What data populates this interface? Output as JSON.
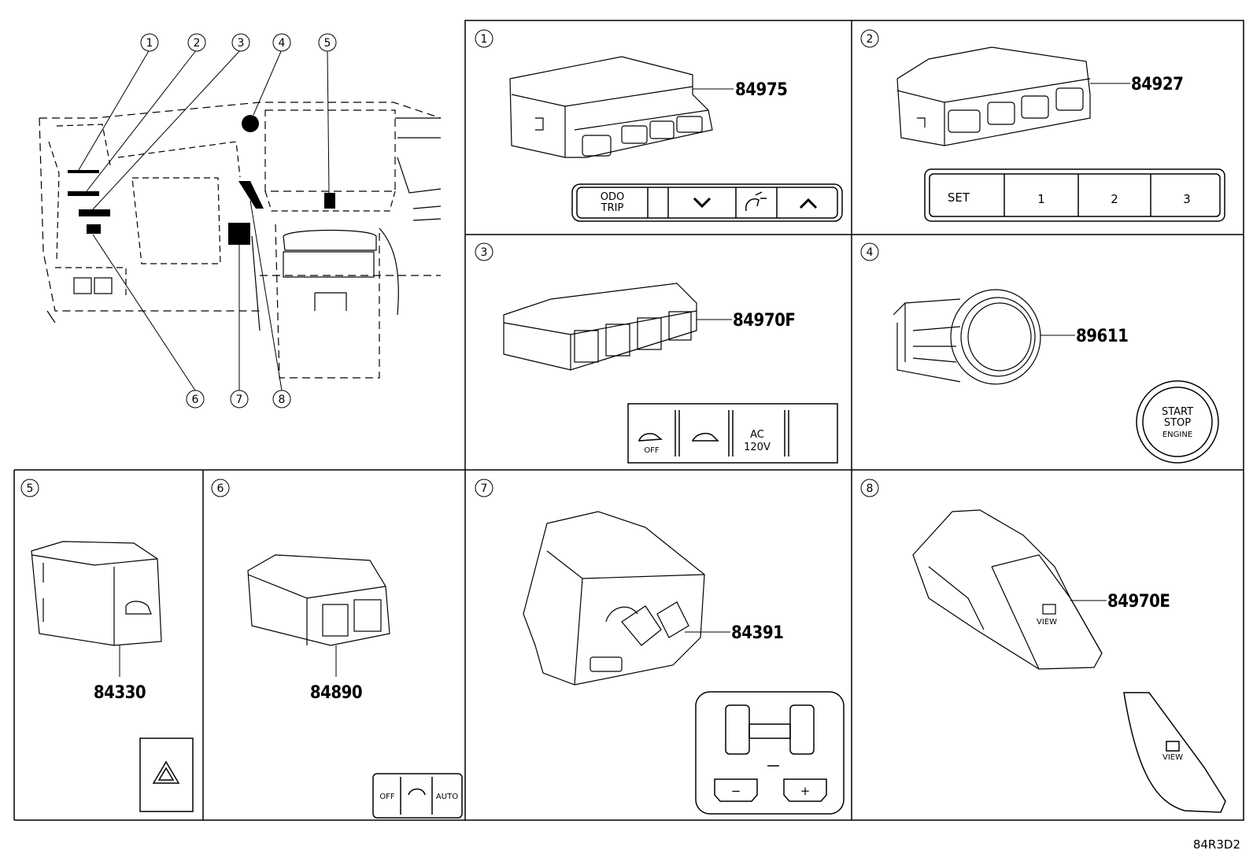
{
  "diagram_code": "84R3D2",
  "overview": {
    "callouts": [
      "1",
      "2",
      "3",
      "4",
      "5",
      "6",
      "7",
      "8"
    ]
  },
  "panels": [
    {
      "number": "1",
      "part": "84975",
      "buttons": [
        "ODO",
        "TRIP"
      ]
    },
    {
      "number": "2",
      "part": "84927",
      "buttons": [
        "SET",
        "1",
        "2",
        "3"
      ]
    },
    {
      "number": "3",
      "part": "84970F",
      "buttons": [
        "OFF",
        "AC",
        "120V"
      ]
    },
    {
      "number": "4",
      "part": "89611",
      "buttons": [
        "START",
        "STOP",
        "ENGINE"
      ]
    },
    {
      "number": "5",
      "part": "84330"
    },
    {
      "number": "6",
      "part": "84890",
      "buttons": [
        "OFF",
        "AUTO"
      ]
    },
    {
      "number": "7",
      "part": "84391",
      "buttons": [
        "−",
        "+"
      ]
    },
    {
      "number": "8",
      "part": "84970E",
      "buttons": [
        "VIEW"
      ]
    }
  ]
}
